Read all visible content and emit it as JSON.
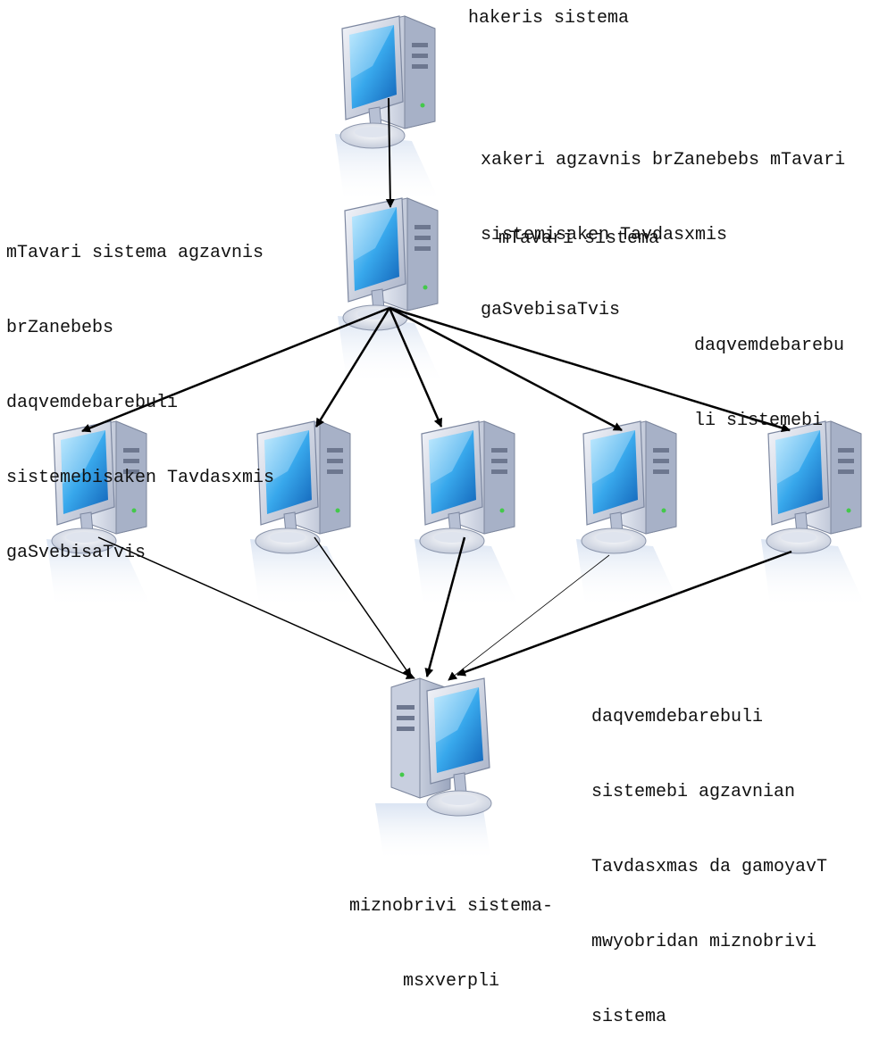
{
  "labels": {
    "hacker_system": "hakeris sistema",
    "hacker_note": [
      "xakeri agzavnis brZanebebs mTavari",
      "sistemisaken Tavdasxmis",
      "gaSvebisaTvis"
    ],
    "main_note": [
      "mTavari sistema agzavnis",
      "brZanebebs",
      "daqvemdebarebuli",
      "sistemebisaken Tavdasxmis",
      "gaSvebisaTvis"
    ],
    "main_system": "mTavari sistema",
    "subordinate_systems": [
      "daqvemdebarebu",
      "li sistemebi"
    ],
    "subordinate_note": [
      "daqvemdebarebuli",
      "sistemebi agzavnian",
      "Tavdasxmas da gamoyavT",
      "mwyobridan miznobrivi",
      "sistema"
    ],
    "target_system": [
      "miznobrivi sistema-",
      "msxverpli"
    ]
  },
  "icons": {
    "computer": "desktop-computer-icon"
  },
  "colors": {
    "screen": "#38a8ec",
    "case": "#b6bfd3",
    "arrow": "#000000"
  }
}
